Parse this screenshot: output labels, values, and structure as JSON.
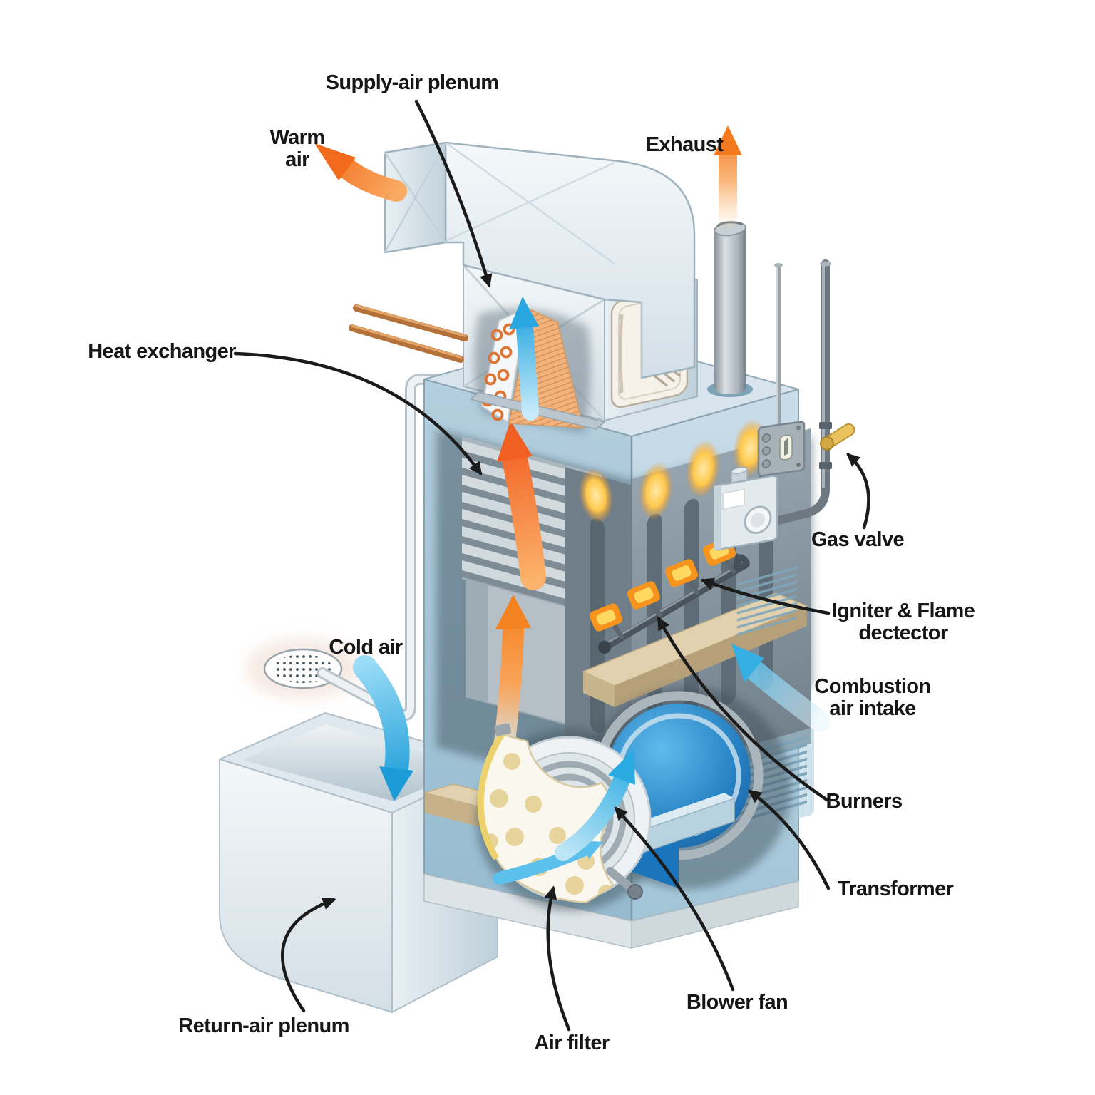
{
  "figure": {
    "type": "cutaway-diagram",
    "subject": "Gas furnace components and airflow"
  },
  "labels": {
    "supply_air_plenum": {
      "text": "Supply-air plenum"
    },
    "warm_air": {
      "text": "Warm\nair"
    },
    "exhaust": {
      "text": "Exhaust"
    },
    "heat_exchanger": {
      "text": "Heat exchanger"
    },
    "gas_valve": {
      "text": "Gas valve"
    },
    "cold_air": {
      "text": "Cold air"
    },
    "igniter_flame_detector": {
      "text": "Igniter & Flame\ndectector"
    },
    "combustion_air_intake": {
      "text": "Combustion\nair intake"
    },
    "burners": {
      "text": "Burners"
    },
    "transformer": {
      "text": "Transformer"
    },
    "blower_fan": {
      "text": "Blower fan"
    },
    "air_filter": {
      "text": "Air filter"
    },
    "return_air_plenum": {
      "text": "Return-air plenum"
    }
  },
  "flow_arrows": [
    {
      "name": "warm-air-arrow",
      "color": "#F26A1B",
      "direction": "up-left"
    },
    {
      "name": "exhaust-arrow",
      "color": "#F47A20",
      "direction": "up"
    },
    {
      "name": "heat-rise-arrows",
      "color": "#F15F22",
      "direction": "up"
    },
    {
      "name": "cold-air-arrow",
      "color": "#1B9CD8",
      "direction": "down"
    },
    {
      "name": "coil-airflow-arrow",
      "color": "#2AA7E0",
      "direction": "up"
    },
    {
      "name": "combustion-intake-arrow",
      "color": "#35AEE4",
      "direction": "up-left"
    },
    {
      "name": "blower-airflow-arrows",
      "color": "#29ABE2",
      "direction": "up-right"
    }
  ],
  "colors": {
    "label_text": "#161616",
    "leader_line": "#1B1B1B",
    "cabinet_blue": "#A9C9DA",
    "duct_white": "#E9F0F4",
    "scroll_blue": "#1B75BC",
    "flame_orange": "#F7941D",
    "flame_yellow": "#FFD861",
    "shelf_tan": "#E0CFAB",
    "copper_pipe": "#C9813F",
    "filter_dot": "#E7D49C",
    "arrow_orange": "#F26A1B",
    "arrow_blue": "#29ABE2"
  }
}
